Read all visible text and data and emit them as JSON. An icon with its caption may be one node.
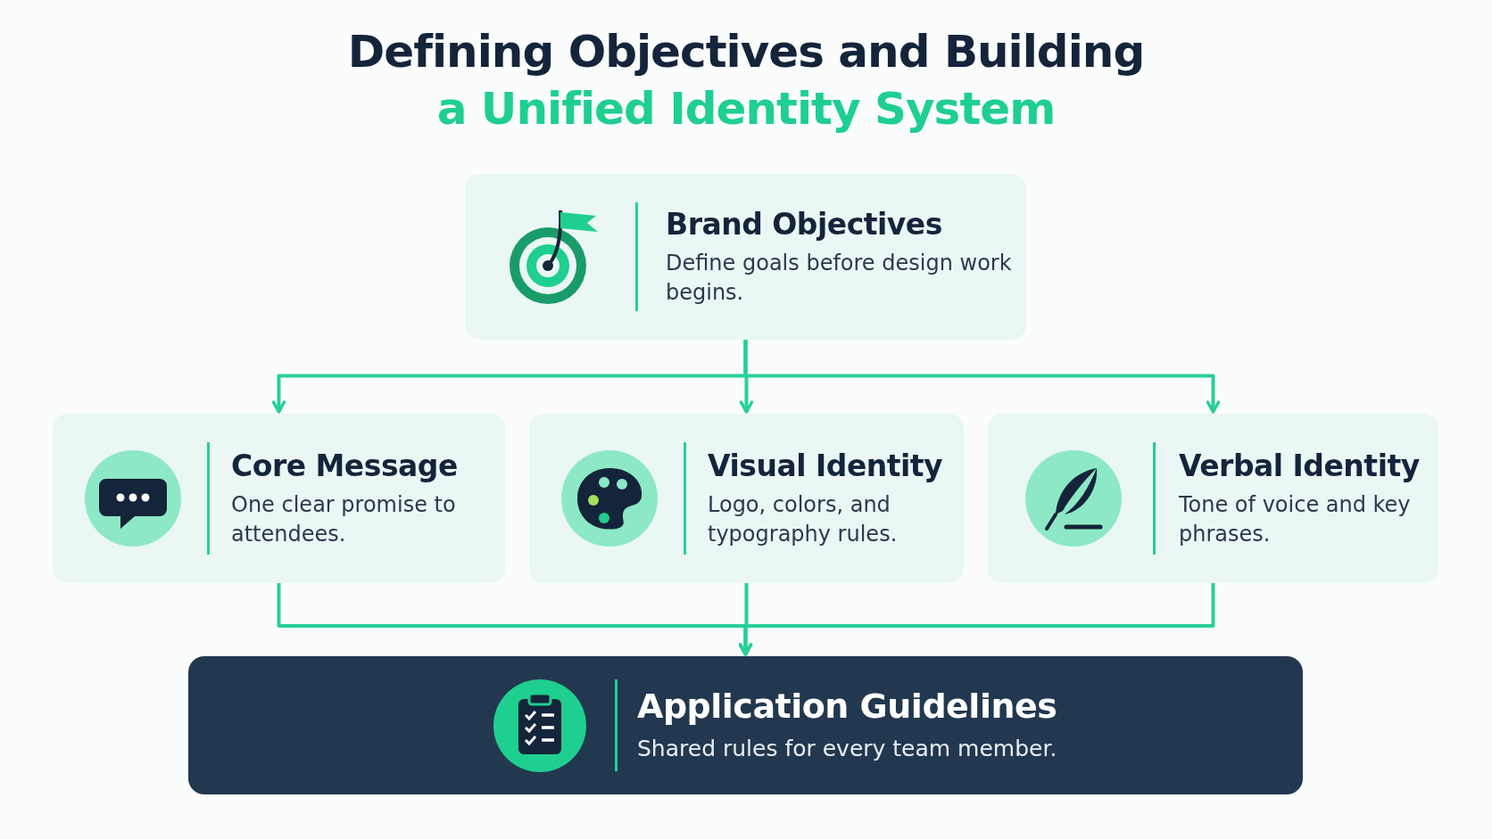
{
  "diagram": {
    "title": "Defining Objectives and Building a Unified Identity System",
    "nodes": [
      {
        "text": [
          "Brand Objectives",
          "Define goals before design work begins."
        ]
      },
      {
        "text": [
          "Core Message",
          "One clear promise to attendees."
        ]
      },
      {
        "text": [
          "Visual Identity",
          "Logo, colors, and typography rules."
        ]
      },
      {
        "text": [
          "Verbal Identity",
          "Tone of voice and key phrases."
        ]
      },
      {
        "text": [
          "Application Guidelines",
          "Shared rules for every team member."
        ]
      }
    ],
    "edges": [
      {
        "from": 0,
        "to": 1,
        "arrow": "to"
      },
      {
        "from": 0,
        "to": 2,
        "arrow": "to"
      },
      {
        "from": 0,
        "to": 3,
        "arrow": "to"
      },
      {
        "from": 1,
        "to": 4,
        "arrow": "to"
      },
      {
        "from": 2,
        "to": 4,
        "arrow": "to"
      },
      {
        "from": 3,
        "to": 4,
        "arrow": "to"
      }
    ]
  }
}
